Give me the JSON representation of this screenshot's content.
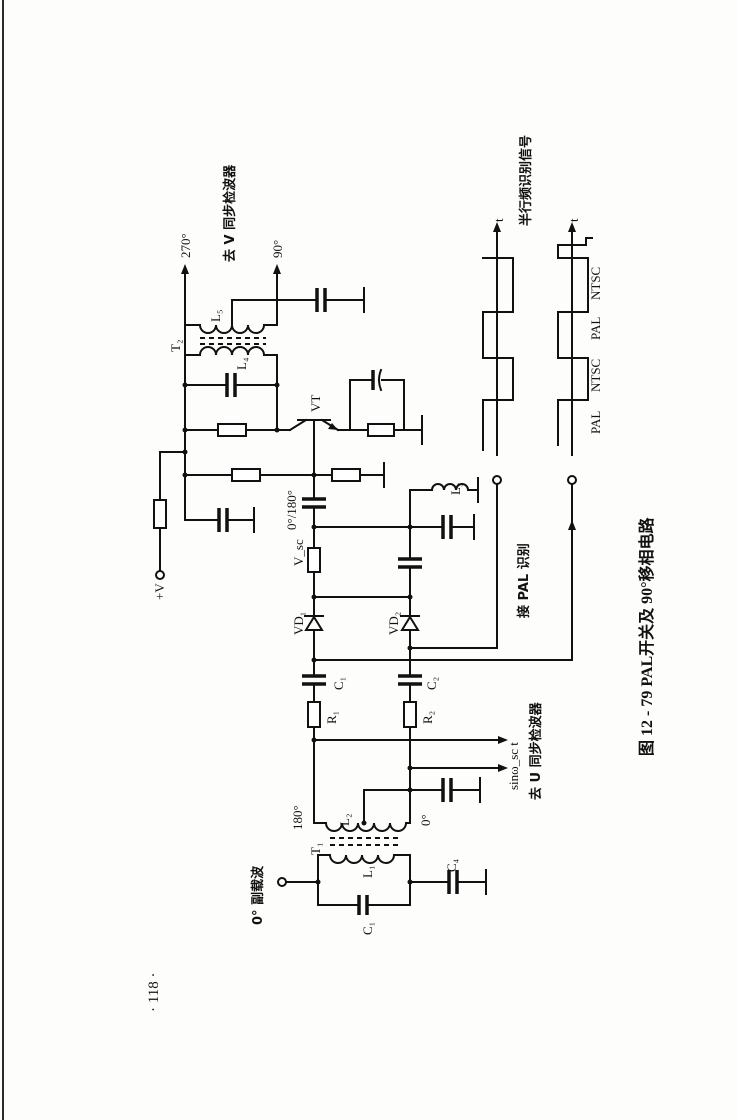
{
  "figure": {
    "caption": "图 12 - 79   PAL开关及 90°移相电路",
    "page_number": "· 118 ·"
  },
  "labels": {
    "input": "0° 副载波",
    "t1": "T₁",
    "t2": "T₂",
    "l1": "L₁",
    "l2": "L₂",
    "l3": "L₃",
    "l4": "L₄",
    "l5": "L₅",
    "c1_tank": "C₁",
    "c1": "C₁",
    "c2": "C₂",
    "c4": "C₄",
    "r1": "R₁",
    "r2": "R₂",
    "vd1": "VD₁",
    "vd2": "VD₂",
    "vt": "VT",
    "vsc": "V_sc",
    "phase_0_180": "0°/180°",
    "deg_180": "180°",
    "deg_0": "0°",
    "deg_270": "270°",
    "deg_90": "90°",
    "supply": "+V",
    "to_u_expr": "sinω_sc t",
    "to_u_det": "去 U 同步检波器",
    "to_v_det": "去 V 同步检波器",
    "pal_ident": "接 PAL 识别",
    "half_line": "半行频识别信号",
    "t_axis_1": "t",
    "t_axis_2": "t",
    "wave_pal_1": "PAL",
    "wave_ntsc_1": "NTSC",
    "wave_pal_2": "PAL",
    "wave_ntsc_2": "NTSC"
  }
}
